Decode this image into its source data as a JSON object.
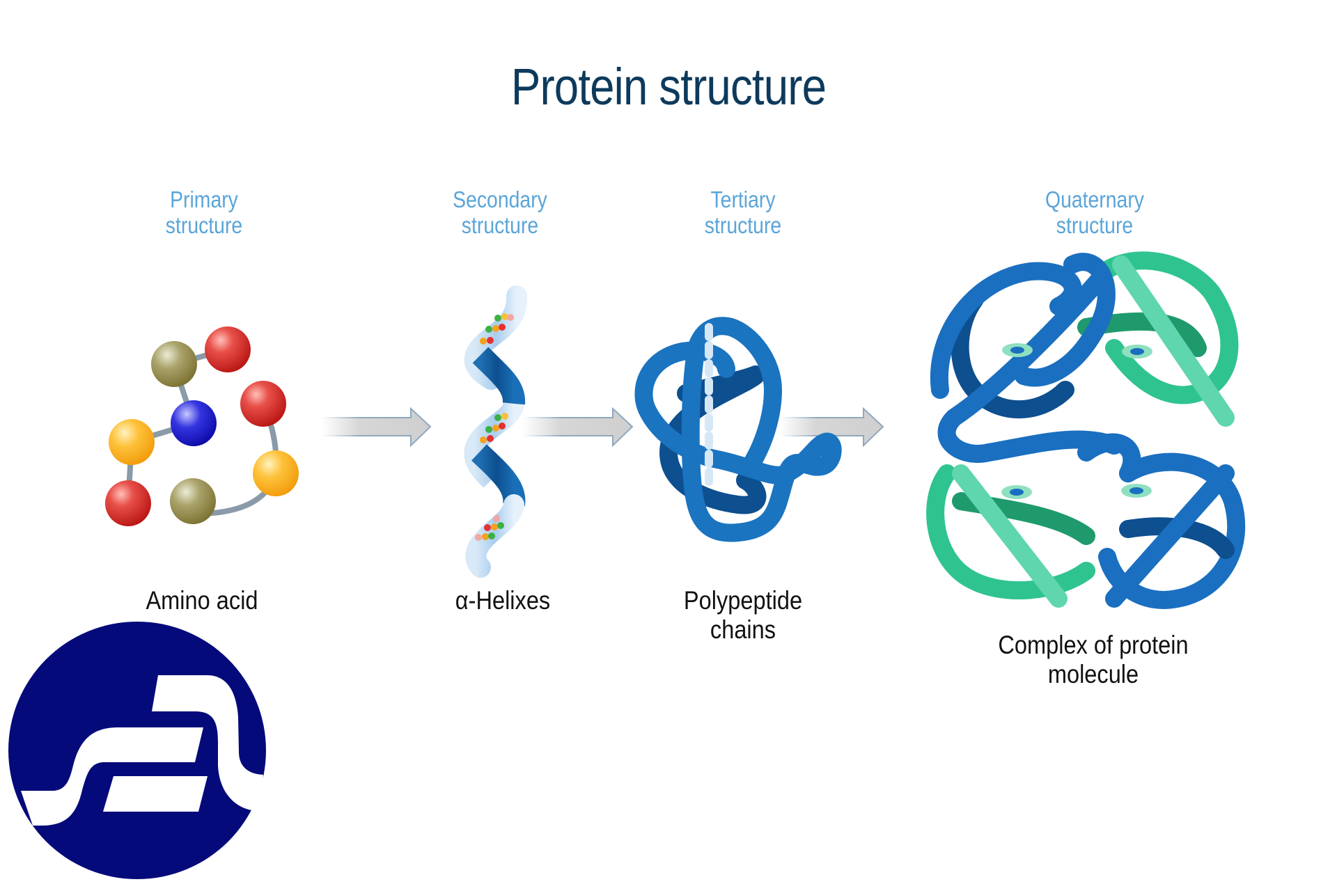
{
  "title": "Protein structure",
  "colors": {
    "title": "#0d3a5c",
    "stage_label": "#5aa5d8",
    "caption": "#111111",
    "tube_blue": "#1a6fc0",
    "tube_blue_dark": "#0d4f8f",
    "tube_green": "#2fc48f",
    "tube_green_dark": "#1f9a6c",
    "arrow_fill": "#d0d0d0",
    "arrow_stroke": "#8fa8bf",
    "logo": "#050a7a"
  },
  "stages": [
    {
      "label_line1": "Primary",
      "label_line2": "structure",
      "caption_line1": "Amino acid",
      "caption_line2": ""
    },
    {
      "label_line1": "Secondary",
      "label_line2": "structure",
      "caption_line1": "α-Helixes",
      "caption_line2": ""
    },
    {
      "label_line1": "Tertiary",
      "label_line2": "structure",
      "caption_line1": "Polypeptide",
      "caption_line2": "chains"
    },
    {
      "label_line1": "Quaternary",
      "label_line2": "structure",
      "caption_line1": "Complex of protein",
      "caption_line2": "molecule"
    }
  ],
  "amino_acids": [
    {
      "color": "olive"
    },
    {
      "color": "red"
    },
    {
      "color": "blue"
    },
    {
      "color": "yellow"
    },
    {
      "color": "red"
    },
    {
      "color": "olive"
    },
    {
      "color": "yellow"
    },
    {
      "color": "red"
    }
  ],
  "icons": {
    "arrows": [
      "arrow-right-icon",
      "arrow-right-icon",
      "arrow-right-icon"
    ],
    "logo": "brand-logo-icon"
  }
}
